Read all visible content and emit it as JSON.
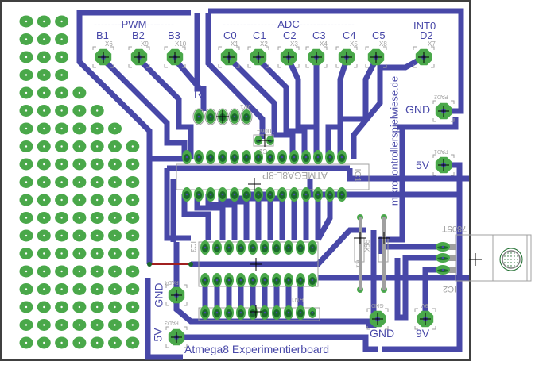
{
  "board": {
    "title": "Atmega8 Experimentierboard",
    "website": "mikrocontrollerspielwiese.de",
    "colors": {
      "trace": "#4848a8",
      "pad": "#4aa84a",
      "pad_dark": "#1a6a2a",
      "silkscreen": "#a0a0a0",
      "wire": "#a02020",
      "outline": "#404040",
      "background": "#ffffff"
    }
  },
  "groups": {
    "pwm": "PWM",
    "adc": "ADC",
    "int0": "INT0"
  },
  "headers": [
    {
      "label": "B1",
      "ref": "X6"
    },
    {
      "label": "B2",
      "ref": "X9"
    },
    {
      "label": "B3",
      "ref": "X10"
    },
    {
      "label": "C0",
      "ref": "X1"
    },
    {
      "label": "C1",
      "ref": "X2"
    },
    {
      "label": "C2",
      "ref": "X3"
    },
    {
      "label": "C3",
      "ref": "X4"
    },
    {
      "label": "C4",
      "ref": "X5"
    },
    {
      "label": "C5",
      "ref": "X8"
    },
    {
      "label": "D2",
      "ref": "X7"
    }
  ],
  "power_pads": [
    {
      "label": "GND",
      "ref": "PAD2"
    },
    {
      "label": "5V",
      "ref": "PAD1"
    },
    {
      "label": "GND",
      "ref": "PAD4"
    },
    {
      "label": "5V",
      "ref": "PAD3"
    },
    {
      "label": "GND",
      "ref": "GND"
    },
    {
      "label": "9V",
      "ref": "9V"
    }
  ],
  "components": {
    "resistor_label": "R",
    "jumper_ref": "JP1",
    "capacitor_ref": "C1",
    "capacitor_value": "100nF",
    "mcu_ref": "IC1",
    "mcu_value": "ATMEGA8L-8P",
    "ic3_ref": "IC3",
    "rn_ref": "RN1",
    "r1_ref": "R1",
    "r_value": "R5K",
    "regulator_ref": "IC2",
    "regulator_value": "7805T"
  }
}
